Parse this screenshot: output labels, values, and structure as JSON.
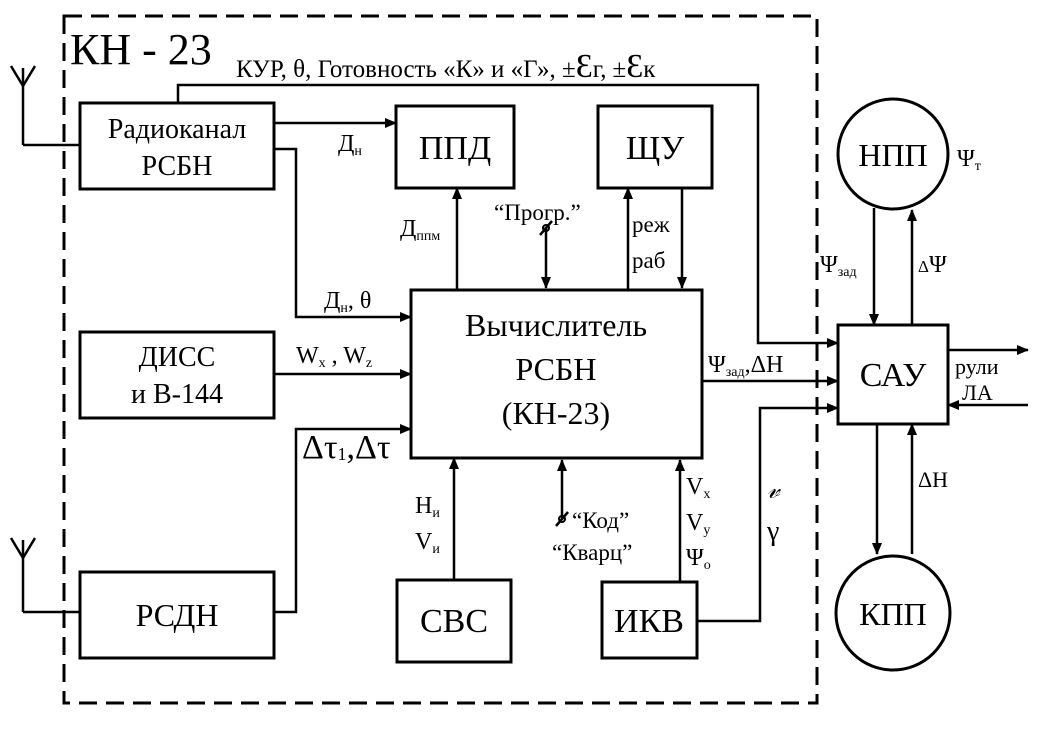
{
  "title": "КН - 23",
  "top_signal": "КУР, θ, Готовность «К» и «Г», ±",
  "top_eps_g": "Ɛ",
  "top_eps_g_sub": "г,",
  "top_pm": "±",
  "top_eps_k": "Ɛ",
  "top_eps_k_sub": "к",
  "blocks": {
    "radio_l1": "Радиоканал",
    "radio_l2": "РСБН",
    "ppd": "ППД",
    "shchu": "ЩУ",
    "diss_l1": "ДИСС",
    "diss_l2": "и В-144",
    "calc_l1": "Вычислитель",
    "calc_l2": "РСБН",
    "calc_l3": "(КН-23)",
    "rsdn": "РСДН",
    "svs": "СВС",
    "ikv": "ИКВ",
    "sau": "САУ",
    "npp": "НПП",
    "kpp": "КПП"
  },
  "signals": {
    "d_n": "Д",
    "d_n_sub": "н",
    "d_ppm": "Д",
    "d_ppm_sub": "ппм",
    "progr": "“Прогр.”",
    "rezh": "реж",
    "rab": "раб",
    "dn_theta": "Д",
    "dn_theta_sub": "н",
    "dn_theta_tail": ", θ",
    "wx": "W",
    "wx_sub": "x",
    "wz_sep": " , W",
    "wz_sub": "z",
    "dtau": "Δτ",
    "dtau_sub": "1",
    "dtau_tail": ",Δτ",
    "psi_zad_dh": "Ψ",
    "psi_zad_dh_sub": "зад",
    "psi_zad_dh_tail": ",ΔH",
    "h_i": "H",
    "h_i_sub": "и",
    "v_i": "V",
    "v_i_sub": "и",
    "kod": "“Код”",
    "kvarc": "“Кварц”",
    "vx": "V",
    "vx_sub": "x",
    "vy": "V",
    "vy_sub": "y",
    "psi0": "Ψ",
    "psi0_sub": "o",
    "nu": "𝓋",
    "gamma": "γ",
    "psi_t": "Ψ",
    "psi_t_sub": "т",
    "psi_zad": "Ψ",
    "psi_zad_sub": "зад",
    "dpsi_d": "Δ",
    "dpsi_psi": "Ψ",
    "dh": "ΔH",
    "ruli": "рули",
    "la": "ЛА"
  }
}
